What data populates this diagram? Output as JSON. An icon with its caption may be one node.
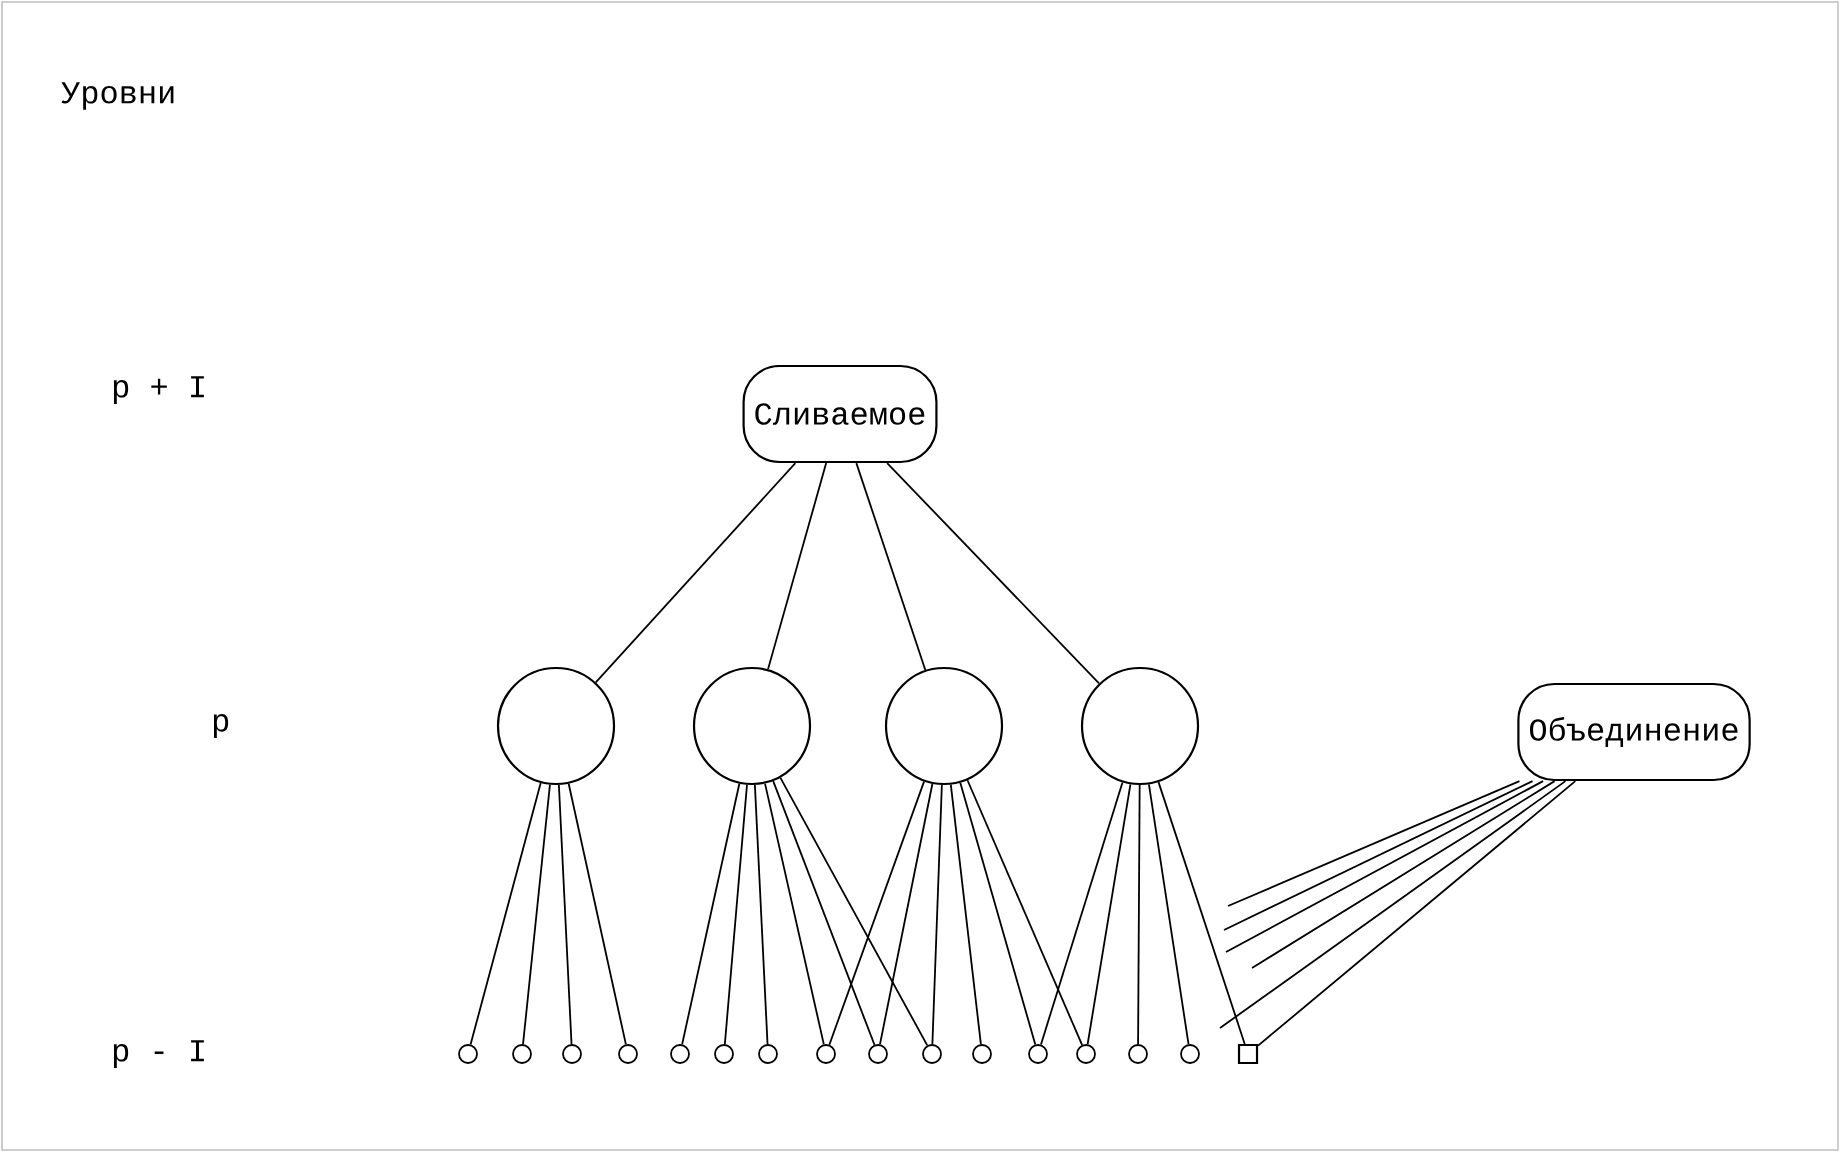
{
  "diagram": {
    "nodes": [
      {
        "text": [
          "Сливаемое"
        ]
      },
      {
        "text": [],
        "shape": "circle"
      },
      {
        "text": [],
        "shape": "circle"
      },
      {
        "text": [],
        "shape": "circle"
      },
      {
        "text": [],
        "shape": "circle"
      },
      {
        "text": [
          "Объединение"
        ]
      },
      {
        "text": [],
        "shape": "circle"
      },
      {
        "text": [],
        "shape": "circle"
      },
      {
        "text": [],
        "shape": "circle"
      },
      {
        "text": [],
        "shape": "circle"
      },
      {
        "text": [],
        "shape": "circle"
      },
      {
        "text": [],
        "shape": "circle"
      },
      {
        "text": [],
        "shape": "circle"
      },
      {
        "text": [],
        "shape": "circle"
      },
      {
        "text": [],
        "shape": "circle"
      },
      {
        "text": [],
        "shape": "circle"
      },
      {
        "text": [],
        "shape": "circle"
      },
      {
        "text": [],
        "shape": "circle"
      },
      {
        "text": [],
        "shape": "circle"
      },
      {
        "text": [],
        "shape": "circle"
      },
      {
        "text": [],
        "shape": "circle"
      },
      {
        "text": [],
        "shape": "box"
      }
    ],
    "edges": [
      {
        "from": 0,
        "to": 1,
        "arrow": "none"
      },
      {
        "from": 0,
        "to": 2,
        "arrow": "none"
      },
      {
        "from": 0,
        "to": 3,
        "arrow": "none"
      },
      {
        "from": 0,
        "to": 4,
        "arrow": "none"
      },
      {
        "from": 1,
        "to": 6,
        "arrow": "none"
      },
      {
        "from": 1,
        "to": 7,
        "arrow": "none"
      },
      {
        "from": 1,
        "to": 8,
        "arrow": "none"
      },
      {
        "from": 1,
        "to": 9,
        "arrow": "none"
      },
      {
        "from": 2,
        "to": 10,
        "arrow": "none"
      },
      {
        "from": 2,
        "to": 11,
        "arrow": "none"
      },
      {
        "from": 2,
        "to": 12,
        "arrow": "none"
      },
      {
        "from": 2,
        "to": 13,
        "arrow": "none"
      },
      {
        "from": 2,
        "to": 14,
        "arrow": "none"
      },
      {
        "from": 2,
        "to": 15,
        "arrow": "none"
      },
      {
        "from": 3,
        "to": 13,
        "arrow": "none"
      },
      {
        "from": 3,
        "to": 14,
        "arrow": "none"
      },
      {
        "from": 3,
        "to": 15,
        "arrow": "none"
      },
      {
        "from": 3,
        "to": 16,
        "arrow": "none"
      },
      {
        "from": 3,
        "to": 17,
        "arrow": "none"
      },
      {
        "from": 3,
        "to": 18,
        "arrow": "none"
      },
      {
        "from": 4,
        "to": 17,
        "arrow": "none"
      },
      {
        "from": 4,
        "to": 18,
        "arrow": "none"
      },
      {
        "from": 4,
        "to": 19,
        "arrow": "none"
      },
      {
        "from": 4,
        "to": 20,
        "arrow": "none"
      },
      {
        "from": 4,
        "to": 21,
        "arrow": "none"
      },
      {
        "from": 5,
        "to": 21,
        "arrow": "none"
      },
      {
        "from": 5,
        "to": null,
        "arrow": "none"
      },
      {
        "from": 5,
        "to": null,
        "arrow": "none"
      },
      {
        "from": 5,
        "to": null,
        "arrow": "none"
      },
      {
        "from": 5,
        "to": null,
        "arrow": "none"
      },
      {
        "from": 5,
        "to": null,
        "arrow": "none"
      }
    ],
    "labels": [
      "Уровни",
      "p + I",
      "p",
      "p - I"
    ]
  }
}
